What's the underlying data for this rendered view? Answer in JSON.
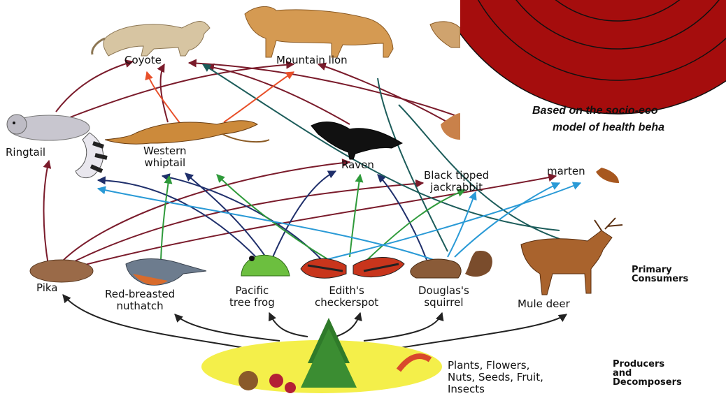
{
  "organisms": {
    "coyote": "Coyote",
    "mountain_lion": "Mountain lion",
    "ringtail": "Ringtail",
    "western_whiptail": [
      "Western",
      "whiptail"
    ],
    "raven": "Raven",
    "jackrabbit": [
      "Black tipped",
      "jackrabbit"
    ],
    "marten": "marten",
    "pika": "Pika",
    "nuthatch": [
      "Red-breasted",
      "nuthatch"
    ],
    "tree_frog": [
      "Pacific",
      "tree frog"
    ],
    "checkerspot": [
      "Edith's",
      "checkerspot"
    ],
    "squirrel": [
      "Douglas's",
      "squirrel"
    ],
    "mule_deer": "Mule deer",
    "producers": [
      "Plants, Flowers,",
      "Nuts, Seeds, Fruit,",
      "Insects"
    ]
  },
  "levels": {
    "primary": [
      "Primary",
      "Consumers"
    ],
    "producers": [
      "Producers",
      "and",
      "Decomposers"
    ]
  },
  "overlay": {
    "caption": [
      "Based on the socio-eco",
      "model of health beha"
    ]
  },
  "colors": {
    "disc": "#a50d0d",
    "overlay_band": "#d9d9d9",
    "arrow_dark": "#222222",
    "arrow_maroon": "#7a1b2b",
    "arrow_navy": "#1f2f6b",
    "arrow_teal": "#1c5c5a",
    "arrow_green": "#2e9a3a",
    "arrow_sky": "#2a9ad6",
    "arrow_orange": "#e8502a",
    "producer_ellipse": "#f4ef4a"
  }
}
